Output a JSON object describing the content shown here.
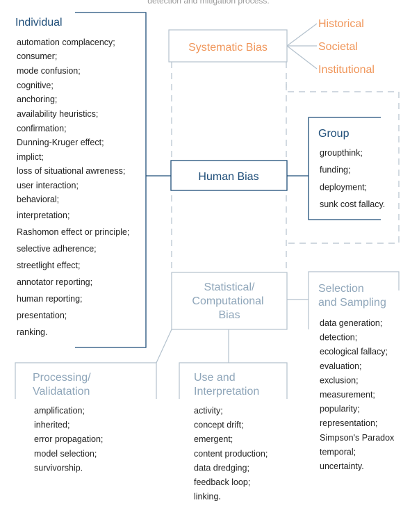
{
  "caption_fragment": "detection and mitigation process.",
  "colors": {
    "navy": "#1f4e79",
    "orange": "#f0965a",
    "gray": "#8fa6ba",
    "line_gray": "#b3c1cd",
    "text": "#222222"
  },
  "individual": {
    "title": "Individual",
    "items": [
      "automation complacency;",
      "consumer;",
      "mode confusion;",
      "cognitive;",
      "anchoring;",
      "availability heuristics;",
      "confirmation;",
      "Dunning-Kruger effect;",
      "implict;",
      "loss of situational awreness;",
      "user interaction;",
      "behavioral;",
      "interpretation;",
      "Rashomon effect or principle;",
      "selective adherence;",
      "streetlight effect;",
      "annotator reporting;",
      "human reporting;",
      "presentation;",
      "ranking."
    ]
  },
  "systematic": {
    "title": "Systematic Bias",
    "branches": [
      "Historical",
      "Societal",
      "Institutional"
    ]
  },
  "human": {
    "title": "Human Bias"
  },
  "group": {
    "title": "Group",
    "items": [
      "groupthink;",
      "funding;",
      "deployment;",
      "sunk cost fallacy."
    ]
  },
  "statistical": {
    "title_lines": [
      "Statistical/",
      "Computational",
      "Bias"
    ]
  },
  "selection": {
    "title_lines": [
      "Selection",
      "and Sampling"
    ],
    "items": [
      "data generation;",
      "detection;",
      "ecological fallacy;",
      "evaluation;",
      "exclusion;",
      "measurement;",
      "popularity;",
      "representation;",
      "Simpson's Paradox",
      "temporal;",
      "uncertainty."
    ]
  },
  "processing": {
    "title_lines": [
      "Processing/",
      "Validatation"
    ],
    "items": [
      "amplification;",
      "inherited;",
      "error propagation;",
      "model selection;",
      "survivorship."
    ]
  },
  "use": {
    "title_lines": [
      "Use and",
      "Interpretation"
    ],
    "items": [
      "activity;",
      "concept drift;",
      "emergent;",
      "content production;",
      "data dredging;",
      "feedback loop;",
      "linking."
    ]
  }
}
